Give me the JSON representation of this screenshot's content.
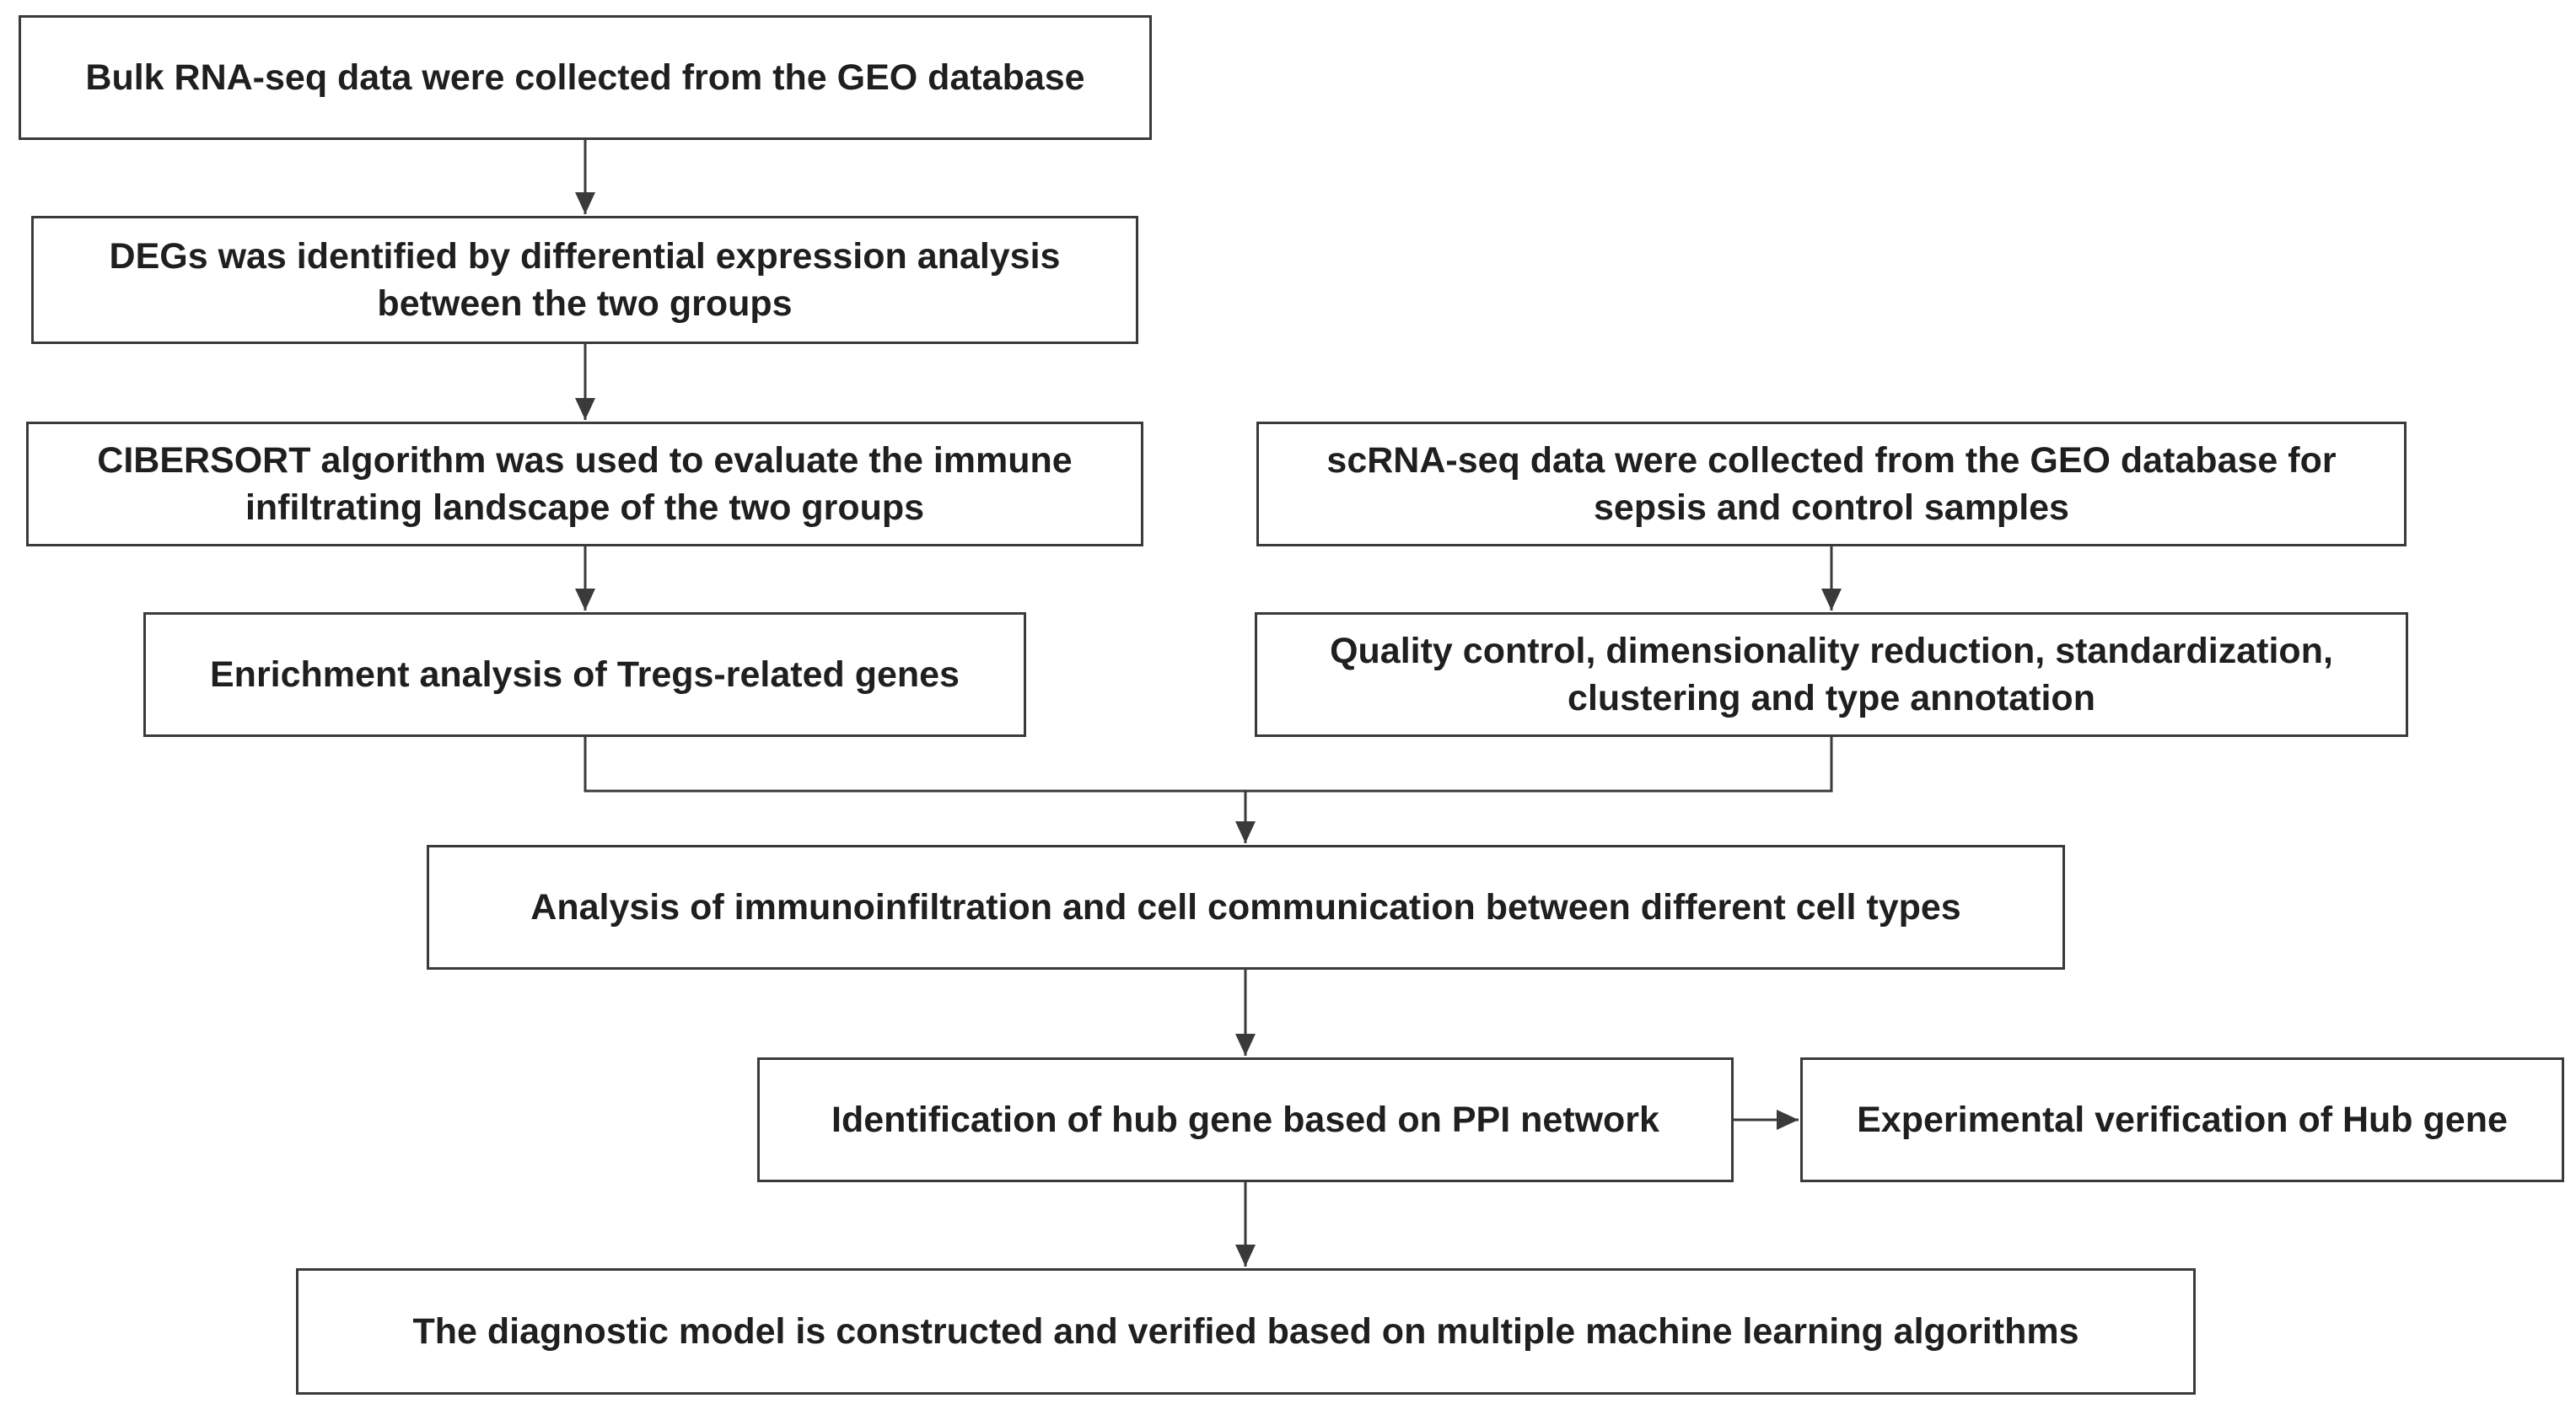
{
  "flowchart": {
    "steps": {
      "bulk_collection": "Bulk RNA-seq data were collected from the GEO database",
      "deg_identification": "DEGs was identified by differential expression analysis\nbetween the two groups",
      "cibersort": "CIBERSORT algorithm was used to evaluate the immune\ninfiltrating landscape of the two groups",
      "enrichment": "Enrichment analysis of Tregs-related genes",
      "scrna_collection": "scRNA-seq data were collected from the GEO database for\nsepsis and control samples",
      "quality_control": "Quality control, dimensionality reduction, standardization,\nclustering and type annotation",
      "immunoinfiltration": "Analysis of immunoinfiltration and cell communication between different cell types",
      "hub_gene": "Identification of hub gene based on PPI network",
      "experimental_verification": "Experimental verification of Hub gene",
      "diagnostic_model": "The diagnostic model is constructed and verified based on multiple machine learning algorithms"
    }
  }
}
